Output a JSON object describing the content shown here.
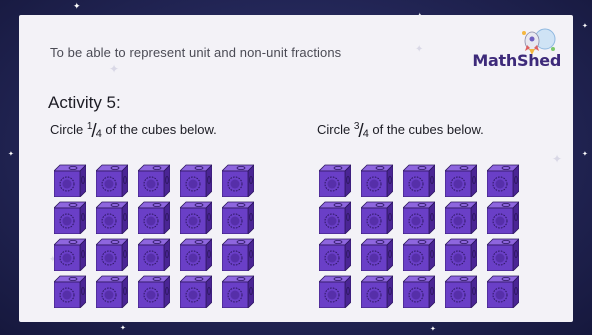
{
  "slide": {
    "objective": "To be able to represent unit and non-unit fractions",
    "logo_text": "MathShed",
    "activity_title": "Activity 5:"
  },
  "left_task": {
    "prefix": "Circle ",
    "numerator": "1",
    "denominator": "4",
    "suffix": " of the cubes below.",
    "cube_count": 20
  },
  "right_task": {
    "prefix": "Circle ",
    "numerator": "3",
    "denominator": "4",
    "suffix": " of the cubes below.",
    "cube_count": 20
  },
  "colors": {
    "background": "#232657",
    "slide": "#f3f2f7",
    "cube_front": "#6a3fc7",
    "cube_top": "#8e66de",
    "cube_side": "#4a2594",
    "logo": "#3d2a7a"
  }
}
